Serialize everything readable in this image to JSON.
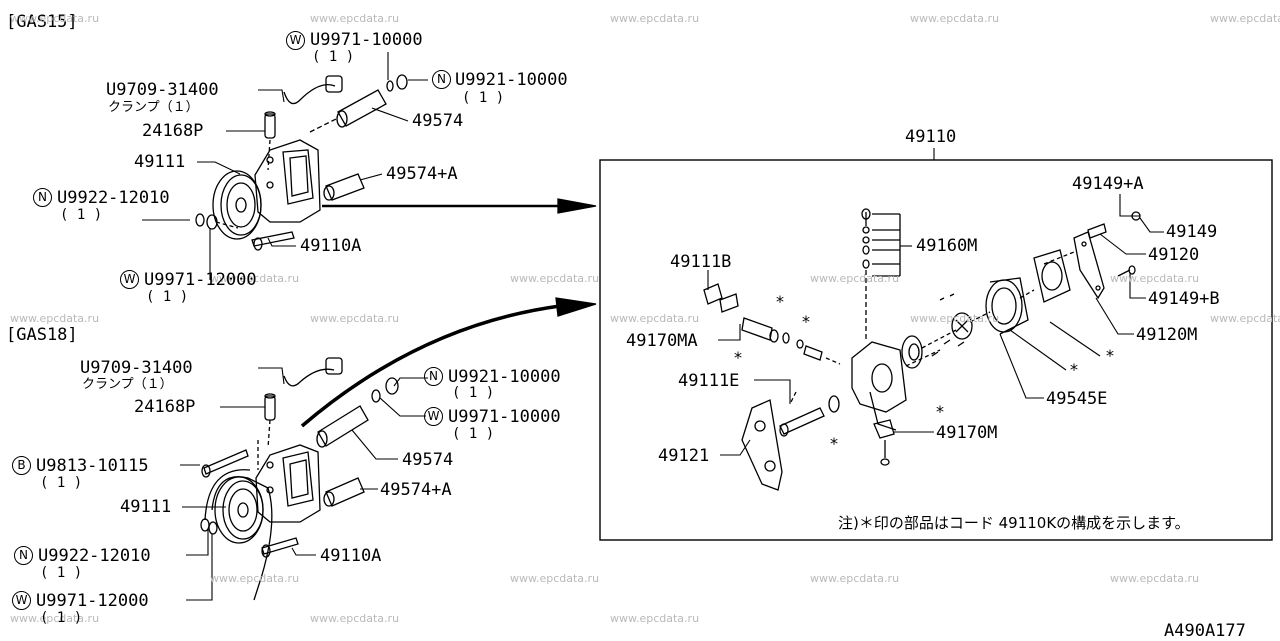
{
  "sections": {
    "gas15": "[GAS15]",
    "gas18": "[GAS18]"
  },
  "watermark": "www.epcdata.ru",
  "gas15": {
    "washer_top_mark": "W",
    "washer_top_part": "U9971-10000",
    "washer_top_qty": "( 1 )",
    "nut_top_mark": "N",
    "nut_top_part": "U9921-10000",
    "nut_top_qty": "( 1 )",
    "clamp_part": "U9709-31400",
    "clamp_name": "クランプ（１）",
    "p24168": "24168P",
    "hose": "49574",
    "pump": "49111",
    "hose_a": "49574+A",
    "nut_mark": "N",
    "nut_part": "U9922-12010",
    "nut_qty": "( 1 )",
    "bolt": "49110A",
    "washer_mark": "W",
    "washer_part": "U9971-12000",
    "washer_qty": "( 1 )"
  },
  "gas18": {
    "clamp_part": "U9709-31400",
    "clamp_name": "クランプ（１）",
    "nut_top_mark": "N",
    "nut_top_part": "U9921-10000",
    "nut_top_qty": "( 1 )",
    "washer_top_mark": "W",
    "washer_top_part": "U9971-10000",
    "washer_top_qty": "( 1 )",
    "p24168": "24168P",
    "bolt_mark": "B",
    "bolt_part": "U9813-10115",
    "bolt_qty": "( 1 )",
    "hose": "49574",
    "hose_a": "49574+A",
    "pump": "49111",
    "nut_mark": "N",
    "nut_part": "U9922-12010",
    "nut_qty": "( 1 )",
    "bolt_a": "49110A",
    "washer_mark": "W",
    "washer_part": "U9971-12000",
    "washer_qty": "( 1 )"
  },
  "detail": {
    "title": "49110",
    "p49149a": "49149+A",
    "p49149": "49149",
    "p49120": "49120",
    "p49160m": "49160M",
    "p49149b": "49149+B",
    "p49111b": "49111B",
    "p49120m": "49120M",
    "p49170ma": "49170MA",
    "p49111e": "49111E",
    "p49545e": "49545E",
    "p49170m": "49170M",
    "p49121": "49121",
    "asterisk": "*",
    "note": "注)＊印の部品はコード 49110Kの構成を示します。"
  },
  "code": "A490A177"
}
